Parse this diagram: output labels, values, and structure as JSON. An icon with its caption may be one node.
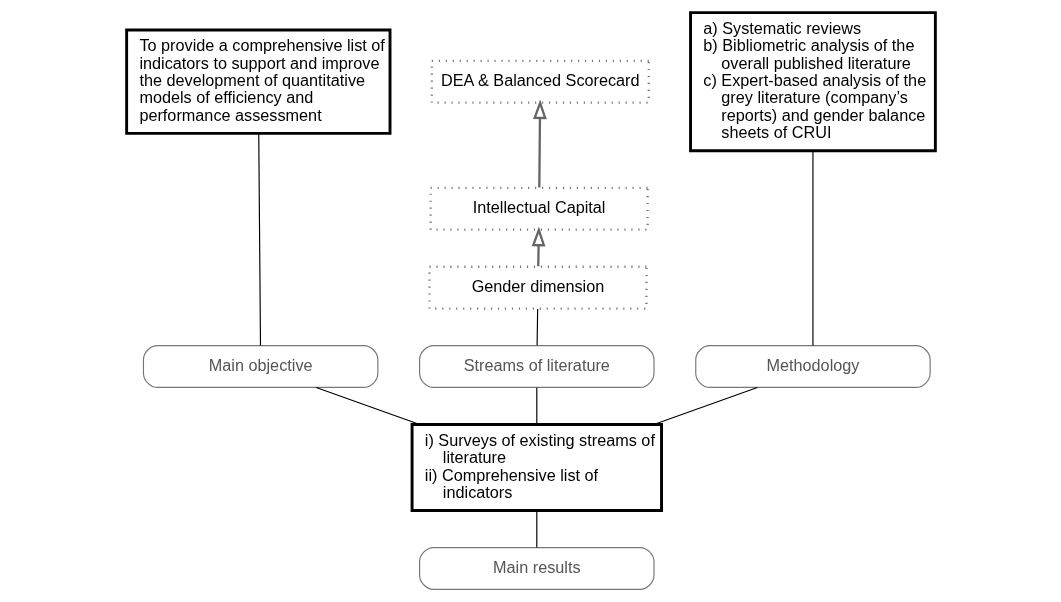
{
  "diagram": {
    "nodes": [
      {
        "text": [
          "DEA & Balanced Scorecard"
        ]
      },
      {
        "text": [
          "Intellectual Capital"
        ]
      },
      {
        "text": [
          "Gender dimension"
        ]
      },
      {
        "text": [
          "To provide a comprehensive list of indicators to support and improve the development of quantitative models of efficiency and performance assessment"
        ]
      },
      {
        "text": [
          "a) Systematic reviews",
          "b) Bibliometric analysis of the overall published literature",
          "c) Expert-based analysis of the grey literature (company’s reports) and gender balance sheets of CRUI"
        ]
      },
      {
        "text": [
          "Main objective"
        ]
      },
      {
        "text": [
          "Streams of literature"
        ]
      },
      {
        "text": [
          "Methodology"
        ]
      },
      {
        "text": [
          "i) Surveys of existing streams of literature",
          "ii) Comprehensive list of indicators"
        ]
      },
      {
        "text": [
          "Main results"
        ]
      }
    ],
    "edges": [
      {
        "from": 2,
        "to": 1,
        "arrow": "to",
        "color": "#666666"
      },
      {
        "from": 1,
        "to": 0,
        "arrow": "to",
        "color": "#666666"
      },
      {
        "from": 3,
        "to": 5,
        "arrow": "none"
      },
      {
        "from": 2,
        "to": 6,
        "arrow": "none"
      },
      {
        "from": 4,
        "to": 7,
        "arrow": "none"
      },
      {
        "from": 5,
        "to": 8,
        "arrow": "none"
      },
      {
        "from": 6,
        "to": 8,
        "arrow": "none"
      },
      {
        "from": 7,
        "to": 8,
        "arrow": "none"
      },
      {
        "from": 8,
        "to": 9,
        "arrow": "none"
      }
    ]
  }
}
